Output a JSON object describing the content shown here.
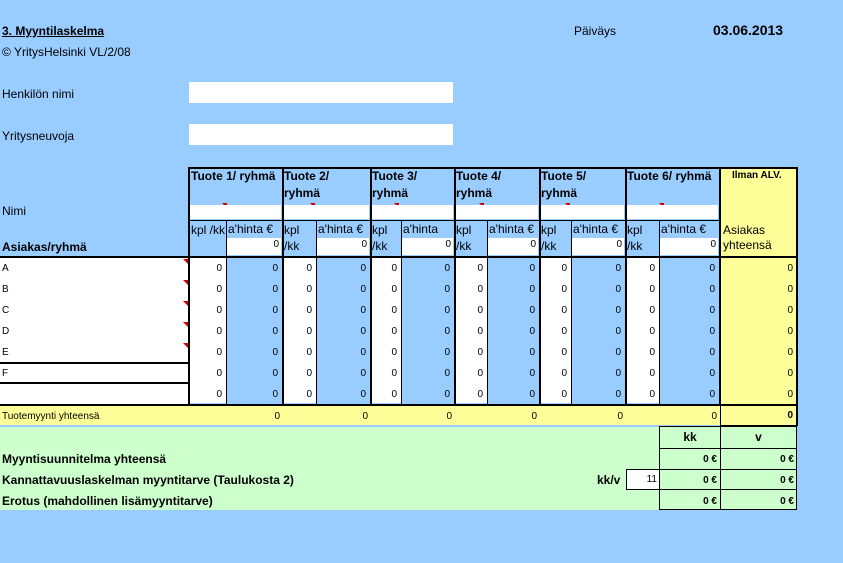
{
  "header": {
    "title": "3. Myyntilaskelma",
    "copyright": "© YritysHelsinki VL/2/08",
    "date_label": "Päiväys",
    "date_value": "03.06.2013"
  },
  "form": {
    "person_label": "Henkilön nimi",
    "person_value": "",
    "advisor_label": "Yritysneuvoja",
    "advisor_value": ""
  },
  "table": {
    "nimi_label": "Nimi",
    "customer_header": "Asiakas/ryhmä",
    "products": [
      {
        "name": "Tuote 1/ ryhmä",
        "kpl_label": "kpl /kk",
        "price_label": "a'hinta €",
        "price_value": "0"
      },
      {
        "name": "Tuote 2/ ryhmä",
        "kpl_label": "kpl /kk",
        "price_label": "a'hinta €",
        "price_value": "0"
      },
      {
        "name": "Tuote 3/ ryhmä",
        "kpl_label": "kpl /kk",
        "price_label": "a'hinta",
        "price_value": "0"
      },
      {
        "name": "Tuote 4/ ryhmä",
        "kpl_label": "kpl /kk",
        "price_label": "a'hinta €",
        "price_value": "0"
      },
      {
        "name": "Tuote 5/ ryhmä",
        "kpl_label": "kpl /kk",
        "price_label": "a'hinta €",
        "price_value": "0"
      },
      {
        "name": "Tuote 6/ ryhmä",
        "kpl_label": "kpl /kk",
        "price_label": "a'hinta €",
        "price_value": "0"
      }
    ],
    "alv_label": "Ilman ALV.",
    "total_col_label": "Asiakas yhteensä",
    "rows": [
      {
        "customer": "A",
        "values": [
          "0",
          "0",
          "0",
          "0",
          "0",
          "0",
          "0",
          "0",
          "0",
          "0",
          "0",
          "0"
        ],
        "total": "0"
      },
      {
        "customer": "B",
        "values": [
          "0",
          "0",
          "0",
          "0",
          "0",
          "0",
          "0",
          "0",
          "0",
          "0",
          "0",
          "0"
        ],
        "total": "0"
      },
      {
        "customer": "C",
        "values": [
          "0",
          "0",
          "0",
          "0",
          "0",
          "0",
          "0",
          "0",
          "0",
          "0",
          "0",
          "0"
        ],
        "total": "0"
      },
      {
        "customer": "D",
        "values": [
          "0",
          "0",
          "0",
          "0",
          "0",
          "0",
          "0",
          "0",
          "0",
          "0",
          "0",
          "0"
        ],
        "total": "0"
      },
      {
        "customer": "E",
        "values": [
          "0",
          "0",
          "0",
          "0",
          "0",
          "0",
          "0",
          "0",
          "0",
          "0",
          "0",
          "0"
        ],
        "total": "0"
      },
      {
        "customer": "F",
        "values": [
          "0",
          "0",
          "0",
          "0",
          "0",
          "0",
          "0",
          "0",
          "0",
          "0",
          "0",
          "0"
        ],
        "total": "0"
      },
      {
        "customer": "",
        "values": [
          "0",
          "0",
          "0",
          "0",
          "0",
          "0",
          "0",
          "0",
          "0",
          "0",
          "0",
          "0"
        ],
        "total": "0"
      }
    ],
    "product_sales_label": "Tuotemyynti yhteensä",
    "product_sales_values": [
      "0",
      "0",
      "0",
      "0",
      "0",
      "0"
    ],
    "product_sales_total": "0"
  },
  "summary": {
    "kk_header": "kk",
    "v_header": "v",
    "rows": [
      {
        "label": "Myyntisuunnitelma yhteensä",
        "kk": "0 €",
        "v": "0 €"
      },
      {
        "label": "Kannattavuuslaskelman myyntitarve (Taulukosta 2)",
        "kk": "0 €",
        "v": "0 €"
      },
      {
        "label": "Erotus (mahdollinen lisämyyntitarve)",
        "kk": "0 €",
        "v": "0 €"
      }
    ],
    "kkv_label": "kk/v",
    "kkv_value": "11"
  },
  "colors": {
    "background": "#99ccff",
    "yellow": "#ffff99",
    "green": "#ccffcc",
    "white": "#ffffff",
    "red_marker": "#cc0000"
  }
}
